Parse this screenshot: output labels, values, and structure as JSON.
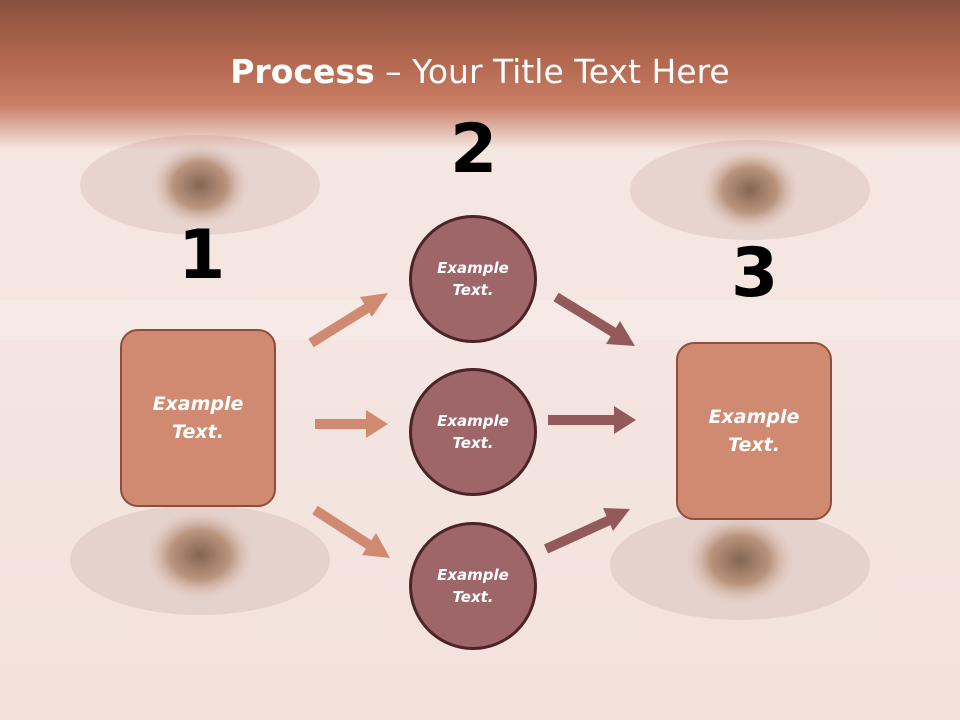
{
  "title": {
    "bold": "Process",
    "rest": " – Your Title Text Here"
  },
  "steps": [
    {
      "number": "1",
      "label": "Example\nText."
    },
    {
      "number": "2",
      "labels": [
        "Example\nText.",
        "Example\nText.",
        "Example\nText."
      ]
    },
    {
      "number": "3",
      "label": "Example\nText."
    }
  ],
  "colors": {
    "left_arrows": "#d08a72",
    "right_arrows": "#94595b",
    "circle_fill": "#9e6668",
    "box_fill": "#d08a72"
  }
}
